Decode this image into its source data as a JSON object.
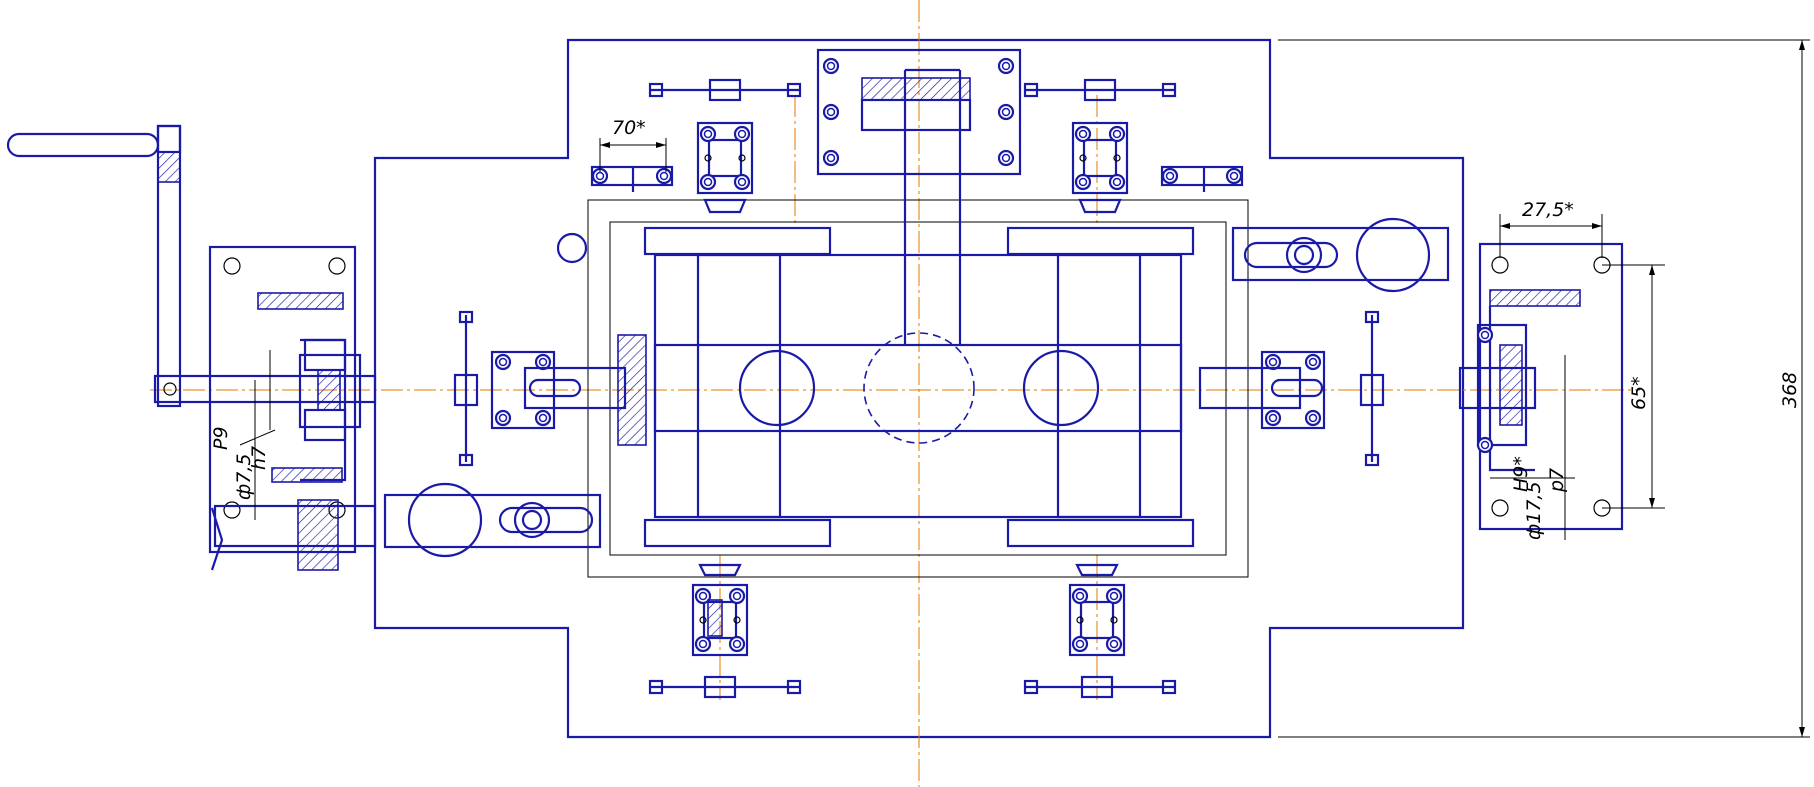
{
  "drawing": {
    "colors": {
      "part_line": "#1a1aa8",
      "thin_line": "#000000",
      "center_line": "#e07a00",
      "background": "#ffffff"
    },
    "dimensions": {
      "width_70": "70*",
      "offset_27_5": "27,5*",
      "spacing_65": "65*",
      "overall_368": "368"
    },
    "fits": {
      "left_diameter": "ф7,5",
      "left_fit_upper": "P9",
      "left_fit_lower": "h7",
      "right_diameter": "ф17,5",
      "right_fit_upper": "H9*",
      "right_fit_lower": "p7"
    }
  }
}
